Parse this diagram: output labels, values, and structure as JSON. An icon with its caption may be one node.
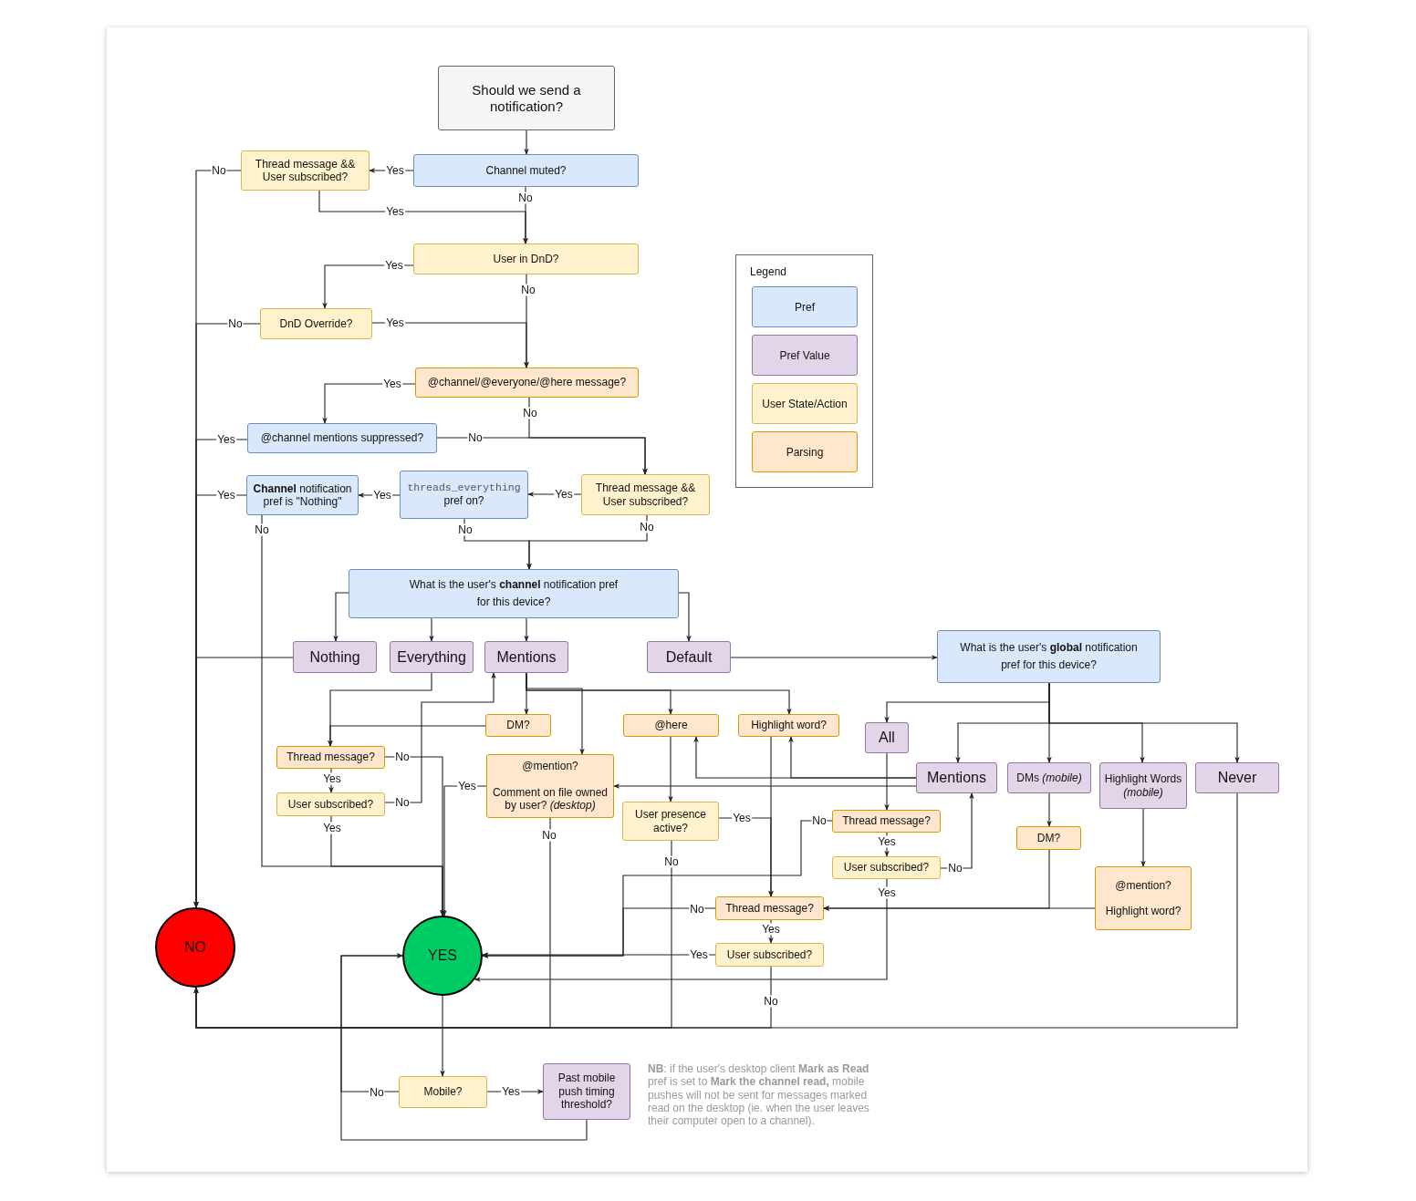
{
  "diagram": {
    "nodes": [
      {
        "text": [
          "Should we send a notification?"
        ]
      },
      {
        "text": [
          "Channel muted?"
        ]
      },
      {
        "text": [
          "Thread message && User subscribed?"
        ]
      },
      {
        "text": [
          "User in DnD?"
        ]
      },
      {
        "text": [
          "DnD Override?"
        ]
      },
      {
        "text": [
          "@channel/@everyone/@here message?"
        ]
      },
      {
        "text": [
          "@channel mentions suppressed?"
        ]
      },
      {
        "text": [
          "**Channel** notification pref is \"Nothing\""
        ]
      },
      {
        "text": [
          "threads_everything",
          "pref on?"
        ]
      },
      {
        "text": [
          "Thread message && User subscribed?"
        ]
      },
      {
        "text": [
          "What is the user's **channel** notification pref for this device?"
        ]
      },
      {
        "text": [
          "Nothing"
        ]
      },
      {
        "text": [
          "Everything"
        ]
      },
      {
        "text": [
          "Mentions"
        ]
      },
      {
        "text": [
          "Default"
        ]
      },
      {
        "text": [
          "What is the user's **global** notification pref for this device?"
        ]
      },
      {
        "text": [
          "DM?"
        ]
      },
      {
        "text": [
          "@here"
        ]
      },
      {
        "text": [
          "Highlight word?"
        ]
      },
      {
        "text": [
          "All"
        ]
      },
      {
        "text": [
          "Thread message?"
        ]
      },
      {
        "text": [
          "@mention?",
          "Comment on file owned by user? *(desktop)*"
        ]
      },
      {
        "text": [
          "Mentions"
        ]
      },
      {
        "text": [
          "DMs *(mobile)*"
        ]
      },
      {
        "text": [
          "Highlight Words *(mobile)*"
        ]
      },
      {
        "text": [
          "Never"
        ]
      },
      {
        "text": [
          "User subscribed?"
        ]
      },
      {
        "text": [
          "User presence active?"
        ]
      },
      {
        "text": [
          "Thread message?"
        ]
      },
      {
        "text": [
          "User subscribed?"
        ]
      },
      {
        "text": [
          "DM?"
        ]
      },
      {
        "text": [
          "@mention?",
          "Highlight word?"
        ]
      },
      {
        "text": [
          "Thread message?"
        ]
      },
      {
        "text": [
          "User subscribed?"
        ]
      },
      {
        "text": [
          "NO"
        ]
      },
      {
        "text": [
          "YES"
        ]
      },
      {
        "text": [
          "Mobile?"
        ]
      },
      {
        "text": [
          "Past mobile push timing threshold?"
        ]
      }
    ],
    "edges": [
      {
        "from": 0,
        "to": 1,
        "arrow": "to"
      },
      {
        "from": 1,
        "to": 2,
        "arrow": "to",
        "label": "Yes"
      },
      {
        "from": 1,
        "to": 3,
        "arrow": "to",
        "label": "No"
      },
      {
        "from": 2,
        "to": 34,
        "arrow": "to",
        "label": "No"
      },
      {
        "from": 2,
        "to": 3,
        "arrow": "to",
        "label": "Yes"
      },
      {
        "from": 3,
        "to": 4,
        "arrow": "to",
        "label": "Yes"
      },
      {
        "from": 3,
        "to": 5,
        "arrow": "to",
        "label": "No"
      },
      {
        "from": 4,
        "to": 34,
        "arrow": "to",
        "label": "No"
      },
      {
        "from": 4,
        "to": 5,
        "arrow": "to",
        "label": "Yes"
      },
      {
        "from": 5,
        "to": 6,
        "arrow": "to",
        "label": "Yes"
      },
      {
        "from": 5,
        "to": 9,
        "arrow": "to",
        "label": "No"
      },
      {
        "from": 6,
        "to": 34,
        "arrow": "to",
        "label": "Yes"
      },
      {
        "from": 6,
        "to": 9,
        "arrow": "to",
        "label": "No"
      },
      {
        "from": 9,
        "to": 8,
        "arrow": "to",
        "label": "Yes"
      },
      {
        "from": 8,
        "to": 7,
        "arrow": "to",
        "label": "Yes"
      },
      {
        "from": 7,
        "to": 34,
        "arrow": "to",
        "label": "Yes"
      },
      {
        "from": 9,
        "to": 10,
        "arrow": "to",
        "label": "No"
      },
      {
        "from": 8,
        "to": 10,
        "arrow": "to",
        "label": "No"
      },
      {
        "from": 7,
        "to": 35,
        "arrow": "to",
        "label": "No"
      },
      {
        "from": 10,
        "to": 11,
        "arrow": "to"
      },
      {
        "from": 10,
        "to": 12,
        "arrow": "to"
      },
      {
        "from": 10,
        "to": 13,
        "arrow": "to"
      },
      {
        "from": 10,
        "to": 14,
        "arrow": "to"
      },
      {
        "from": 11,
        "to": 34,
        "arrow": "to"
      },
      {
        "from": 12,
        "to": 20,
        "arrow": "to"
      },
      {
        "from": 13,
        "to": 16,
        "arrow": "to"
      },
      {
        "from": 13,
        "to": 21,
        "arrow": "to"
      },
      {
        "from": 13,
        "to": 17,
        "arrow": "to"
      },
      {
        "from": 13,
        "to": 18,
        "arrow": "to"
      },
      {
        "from": 14,
        "to": 15,
        "arrow": "to"
      },
      {
        "from": 16,
        "to": 20,
        "arrow": "to"
      },
      {
        "from": 20,
        "to": 26,
        "arrow": "to",
        "label": "Yes"
      },
      {
        "from": 20,
        "to": 35,
        "arrow": "to",
        "label": "No"
      },
      {
        "from": 26,
        "to": 13,
        "arrow": "to",
        "label": "No"
      },
      {
        "from": 26,
        "to": 35,
        "arrow": "to",
        "label": "Yes"
      },
      {
        "from": 21,
        "to": 35,
        "arrow": "to",
        "label": "Yes"
      },
      {
        "from": 21,
        "to": 34,
        "arrow": "to",
        "label": "No"
      },
      {
        "from": 15,
        "to": 19,
        "arrow": "to"
      },
      {
        "from": 15,
        "to": 22,
        "arrow": "to"
      },
      {
        "from": 15,
        "to": 23,
        "arrow": "to"
      },
      {
        "from": 15,
        "to": 24,
        "arrow": "to"
      },
      {
        "from": 15,
        "to": 25,
        "arrow": "to"
      },
      {
        "from": 17,
        "to": 27,
        "arrow": "to"
      },
      {
        "from": 22,
        "to": 17,
        "arrow": "to"
      },
      {
        "from": 22,
        "to": 18,
        "arrow": "to"
      },
      {
        "from": 22,
        "to": 21,
        "arrow": "to"
      },
      {
        "from": 18,
        "to": 32,
        "arrow": "to"
      },
      {
        "from": 19,
        "to": 28,
        "arrow": "to"
      },
      {
        "from": 27,
        "to": 32,
        "arrow": "to",
        "label": "Yes"
      },
      {
        "from": 27,
        "to": 34,
        "arrow": "to",
        "label": "No"
      },
      {
        "from": 28,
        "to": 29,
        "arrow": "to",
        "label": "Yes"
      },
      {
        "from": 28,
        "to": 35,
        "arrow": "to",
        "label": "No"
      },
      {
        "from": 29,
        "to": 22,
        "arrow": "to",
        "label": "No"
      },
      {
        "from": 29,
        "to": 35,
        "arrow": "to",
        "label": "Yes"
      },
      {
        "from": 23,
        "to": 30,
        "arrow": "to"
      },
      {
        "from": 24,
        "to": 31,
        "arrow": "to"
      },
      {
        "from": 30,
        "to": 32,
        "arrow": "to"
      },
      {
        "from": 31,
        "to": 32,
        "arrow": "to"
      },
      {
        "from": 32,
        "to": 33,
        "arrow": "to",
        "label": "Yes"
      },
      {
        "from": 32,
        "to": 35,
        "arrow": "to",
        "label": "No"
      },
      {
        "from": 33,
        "to": 35,
        "arrow": "to",
        "label": "Yes"
      },
      {
        "from": 33,
        "to": 34,
        "arrow": "to",
        "label": "No"
      },
      {
        "from": 25,
        "to": 34,
        "arrow": "to"
      },
      {
        "from": 35,
        "to": 36,
        "arrow": "to"
      },
      {
        "from": 36,
        "to": 35,
        "arrow": "to",
        "label": "No"
      },
      {
        "from": 36,
        "to": 37,
        "arrow": "to",
        "label": "Yes"
      },
      {
        "from": 37,
        "to": 35,
        "arrow": "to"
      }
    ],
    "labels": [
      "Legend",
      "**NB**: if the user's desktop client **Mark as Read** pref is set to **Mark the channel read,** mobile pushes will not be sent for messages marked read on the desktop (ie. when the user leaves their computer open to a channel)."
    ],
    "legend": [
      {
        "text": "Pref",
        "color": "#dae8fc"
      },
      {
        "text": "Pref Value",
        "color": "#e1d5e7"
      },
      {
        "text": "User State/Action",
        "color": "#fff2cc"
      },
      {
        "text": "Parsing",
        "color": "#ffe6cc"
      }
    ]
  }
}
